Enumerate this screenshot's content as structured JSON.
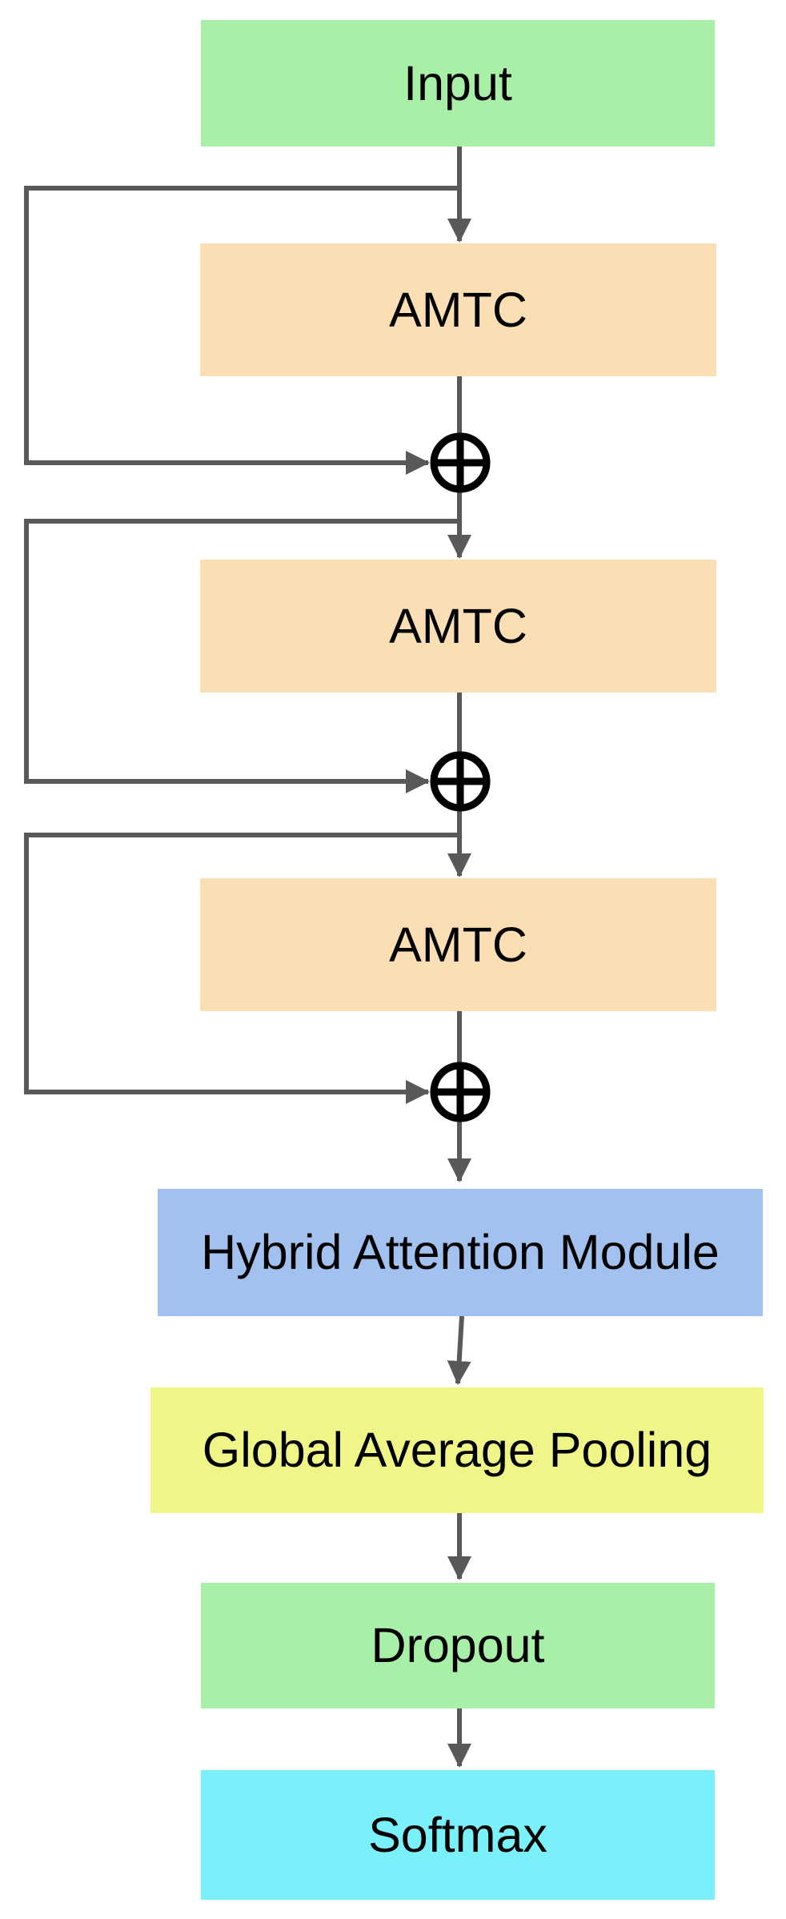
{
  "diagram": {
    "type": "flowchart",
    "nodes": [
      {
        "id": "input",
        "label": "Input",
        "fill": "#A8F0A8"
      },
      {
        "id": "amtc-1",
        "label": "AMTC",
        "fill": "#FBDEB3"
      },
      {
        "id": "amtc-2",
        "label": "AMTC",
        "fill": "#FBDEB3"
      },
      {
        "id": "amtc-3",
        "label": "AMTC",
        "fill": "#FBDEB3"
      },
      {
        "id": "hybrid-attention-module",
        "label": "Hybrid Attention Module",
        "fill": "#A3C1EE"
      },
      {
        "id": "global-average-pooling",
        "label": "Global Average Pooling",
        "fill": "#EFF687"
      },
      {
        "id": "dropout",
        "label": "Dropout",
        "fill": "#A8F0A8"
      },
      {
        "id": "softmax",
        "label": "Softmax",
        "fill": "#7AF0FA"
      }
    ],
    "operators": [
      {
        "id": "add-1",
        "symbol": "⊕"
      },
      {
        "id": "add-2",
        "symbol": "⊕"
      },
      {
        "id": "add-3",
        "symbol": "⊕"
      }
    ],
    "edges": [
      {
        "from": "input",
        "to": "amtc-1",
        "type": "main"
      },
      {
        "from": "input",
        "to": "add-1",
        "type": "skip"
      },
      {
        "from": "amtc-1",
        "to": "add-1",
        "type": "main"
      },
      {
        "from": "add-1",
        "to": "amtc-2",
        "type": "main"
      },
      {
        "from": "add-1",
        "to": "add-2",
        "type": "skip"
      },
      {
        "from": "amtc-2",
        "to": "add-2",
        "type": "main"
      },
      {
        "from": "add-2",
        "to": "amtc-3",
        "type": "main"
      },
      {
        "from": "add-2",
        "to": "add-3",
        "type": "skip"
      },
      {
        "from": "amtc-3",
        "to": "add-3",
        "type": "main"
      },
      {
        "from": "add-3",
        "to": "hybrid-attention-module",
        "type": "main"
      },
      {
        "from": "hybrid-attention-module",
        "to": "global-average-pooling",
        "type": "main"
      },
      {
        "from": "global-average-pooling",
        "to": "dropout",
        "type": "main"
      },
      {
        "from": "dropout",
        "to": "softmax",
        "type": "main"
      }
    ],
    "colors": {
      "connector": "#595959",
      "operator_stroke": "#000000",
      "operator_fill": "#FFFFFF",
      "text": "#000000",
      "background": "#FFFFFF"
    }
  }
}
